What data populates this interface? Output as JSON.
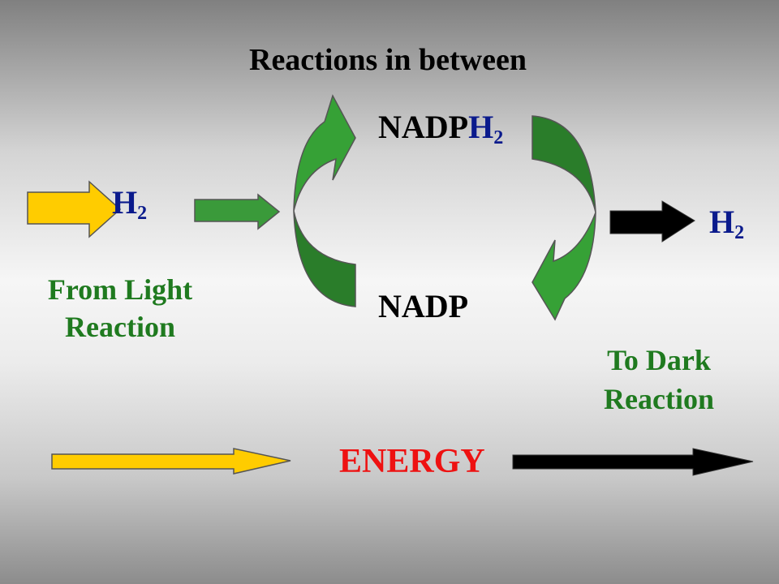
{
  "title": "Reactions in between",
  "nadph2": {
    "main": "NADP",
    "h": "H",
    "sub": "2"
  },
  "nadp": "NADP",
  "h2_left": {
    "main": "H",
    "sub": "2"
  },
  "h2_right": {
    "main": "H",
    "sub": "2"
  },
  "from_light": [
    "From Light",
    "Reaction"
  ],
  "to_dark": [
    "To Dark",
    "Reaction"
  ],
  "energy": "ENERGY",
  "colors": {
    "yellow_arrow": "#ffcc00",
    "green_arrow": "#3a9a3a",
    "black_arrow": "#000000",
    "h2_blue": "#0a1a8c",
    "label_green": "#1f7a1f",
    "energy_red": "#ee1111"
  }
}
